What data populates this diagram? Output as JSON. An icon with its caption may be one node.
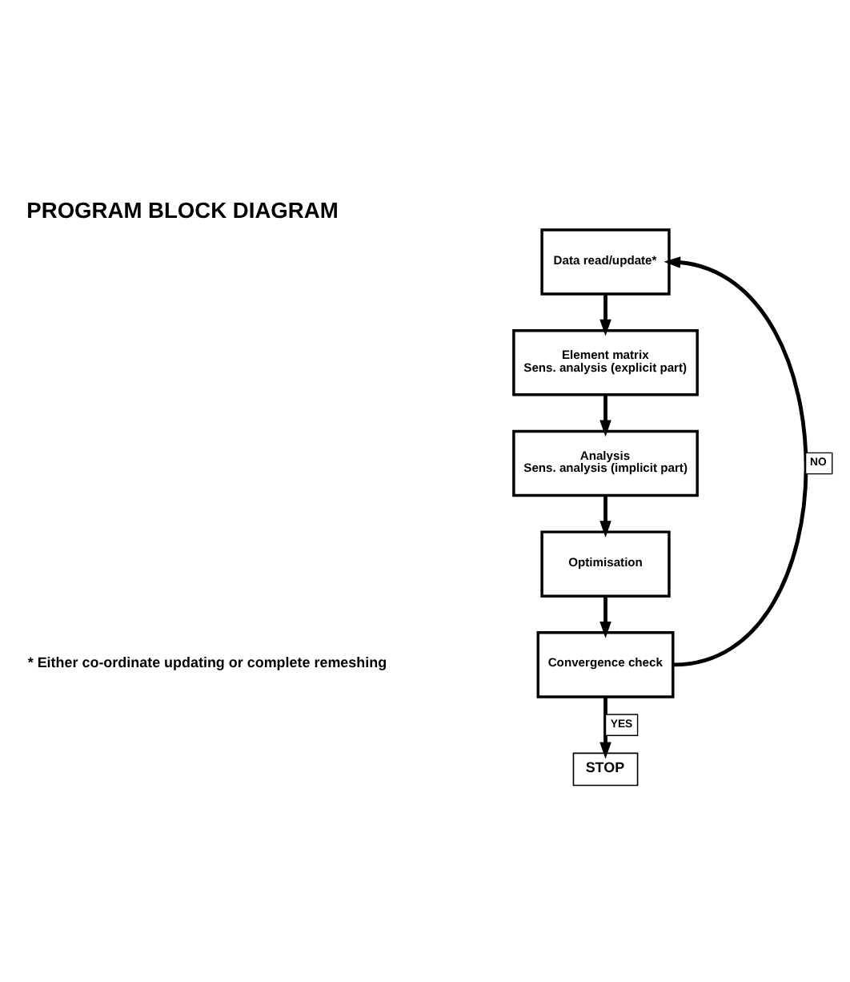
{
  "diagram": {
    "title": "PROGRAM BLOCK DIAGRAM",
    "nodes": [
      {
        "text": [
          "Data read/update*"
        ]
      },
      {
        "text": [
          "Element matrix",
          "Sens. analysis (explicit part)"
        ]
      },
      {
        "text": [
          "Analysis",
          "Sens. analysis (implicit part)"
        ]
      },
      {
        "text": [
          "Optimisation"
        ]
      },
      {
        "text": [
          "Convergence check"
        ]
      },
      {
        "text": [
          "STOP"
        ]
      }
    ],
    "edges": [
      {
        "from": 0,
        "to": 1,
        "arrow": "to"
      },
      {
        "from": 1,
        "to": 2,
        "arrow": "to"
      },
      {
        "from": 2,
        "to": 3,
        "arrow": "to"
      },
      {
        "from": 3,
        "to": 4,
        "arrow": "to"
      },
      {
        "from": 4,
        "to": 5,
        "arrow": "to",
        "label": "YES"
      },
      {
        "from": 4,
        "to": 0,
        "arrow": "to",
        "label": "NO"
      }
    ],
    "labels": [
      "* Either co-ordinate updating or complete remeshing"
    ]
  }
}
